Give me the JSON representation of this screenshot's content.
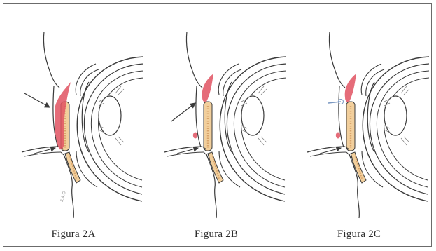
{
  "figures": [
    {
      "caption": "Figura 2A",
      "signature": "J.A.G."
    },
    {
      "caption": "Figura 2B"
    },
    {
      "caption": "Figura 2C"
    }
  ],
  "colors": {
    "lesion": "#e05262",
    "tarsal_plate": "#f2cf9c",
    "tarsal_glands": "#d8a36a",
    "outline": "#3a3a3a",
    "needle": "#7a98c2"
  },
  "icons": [
    "arrow-icon"
  ]
}
